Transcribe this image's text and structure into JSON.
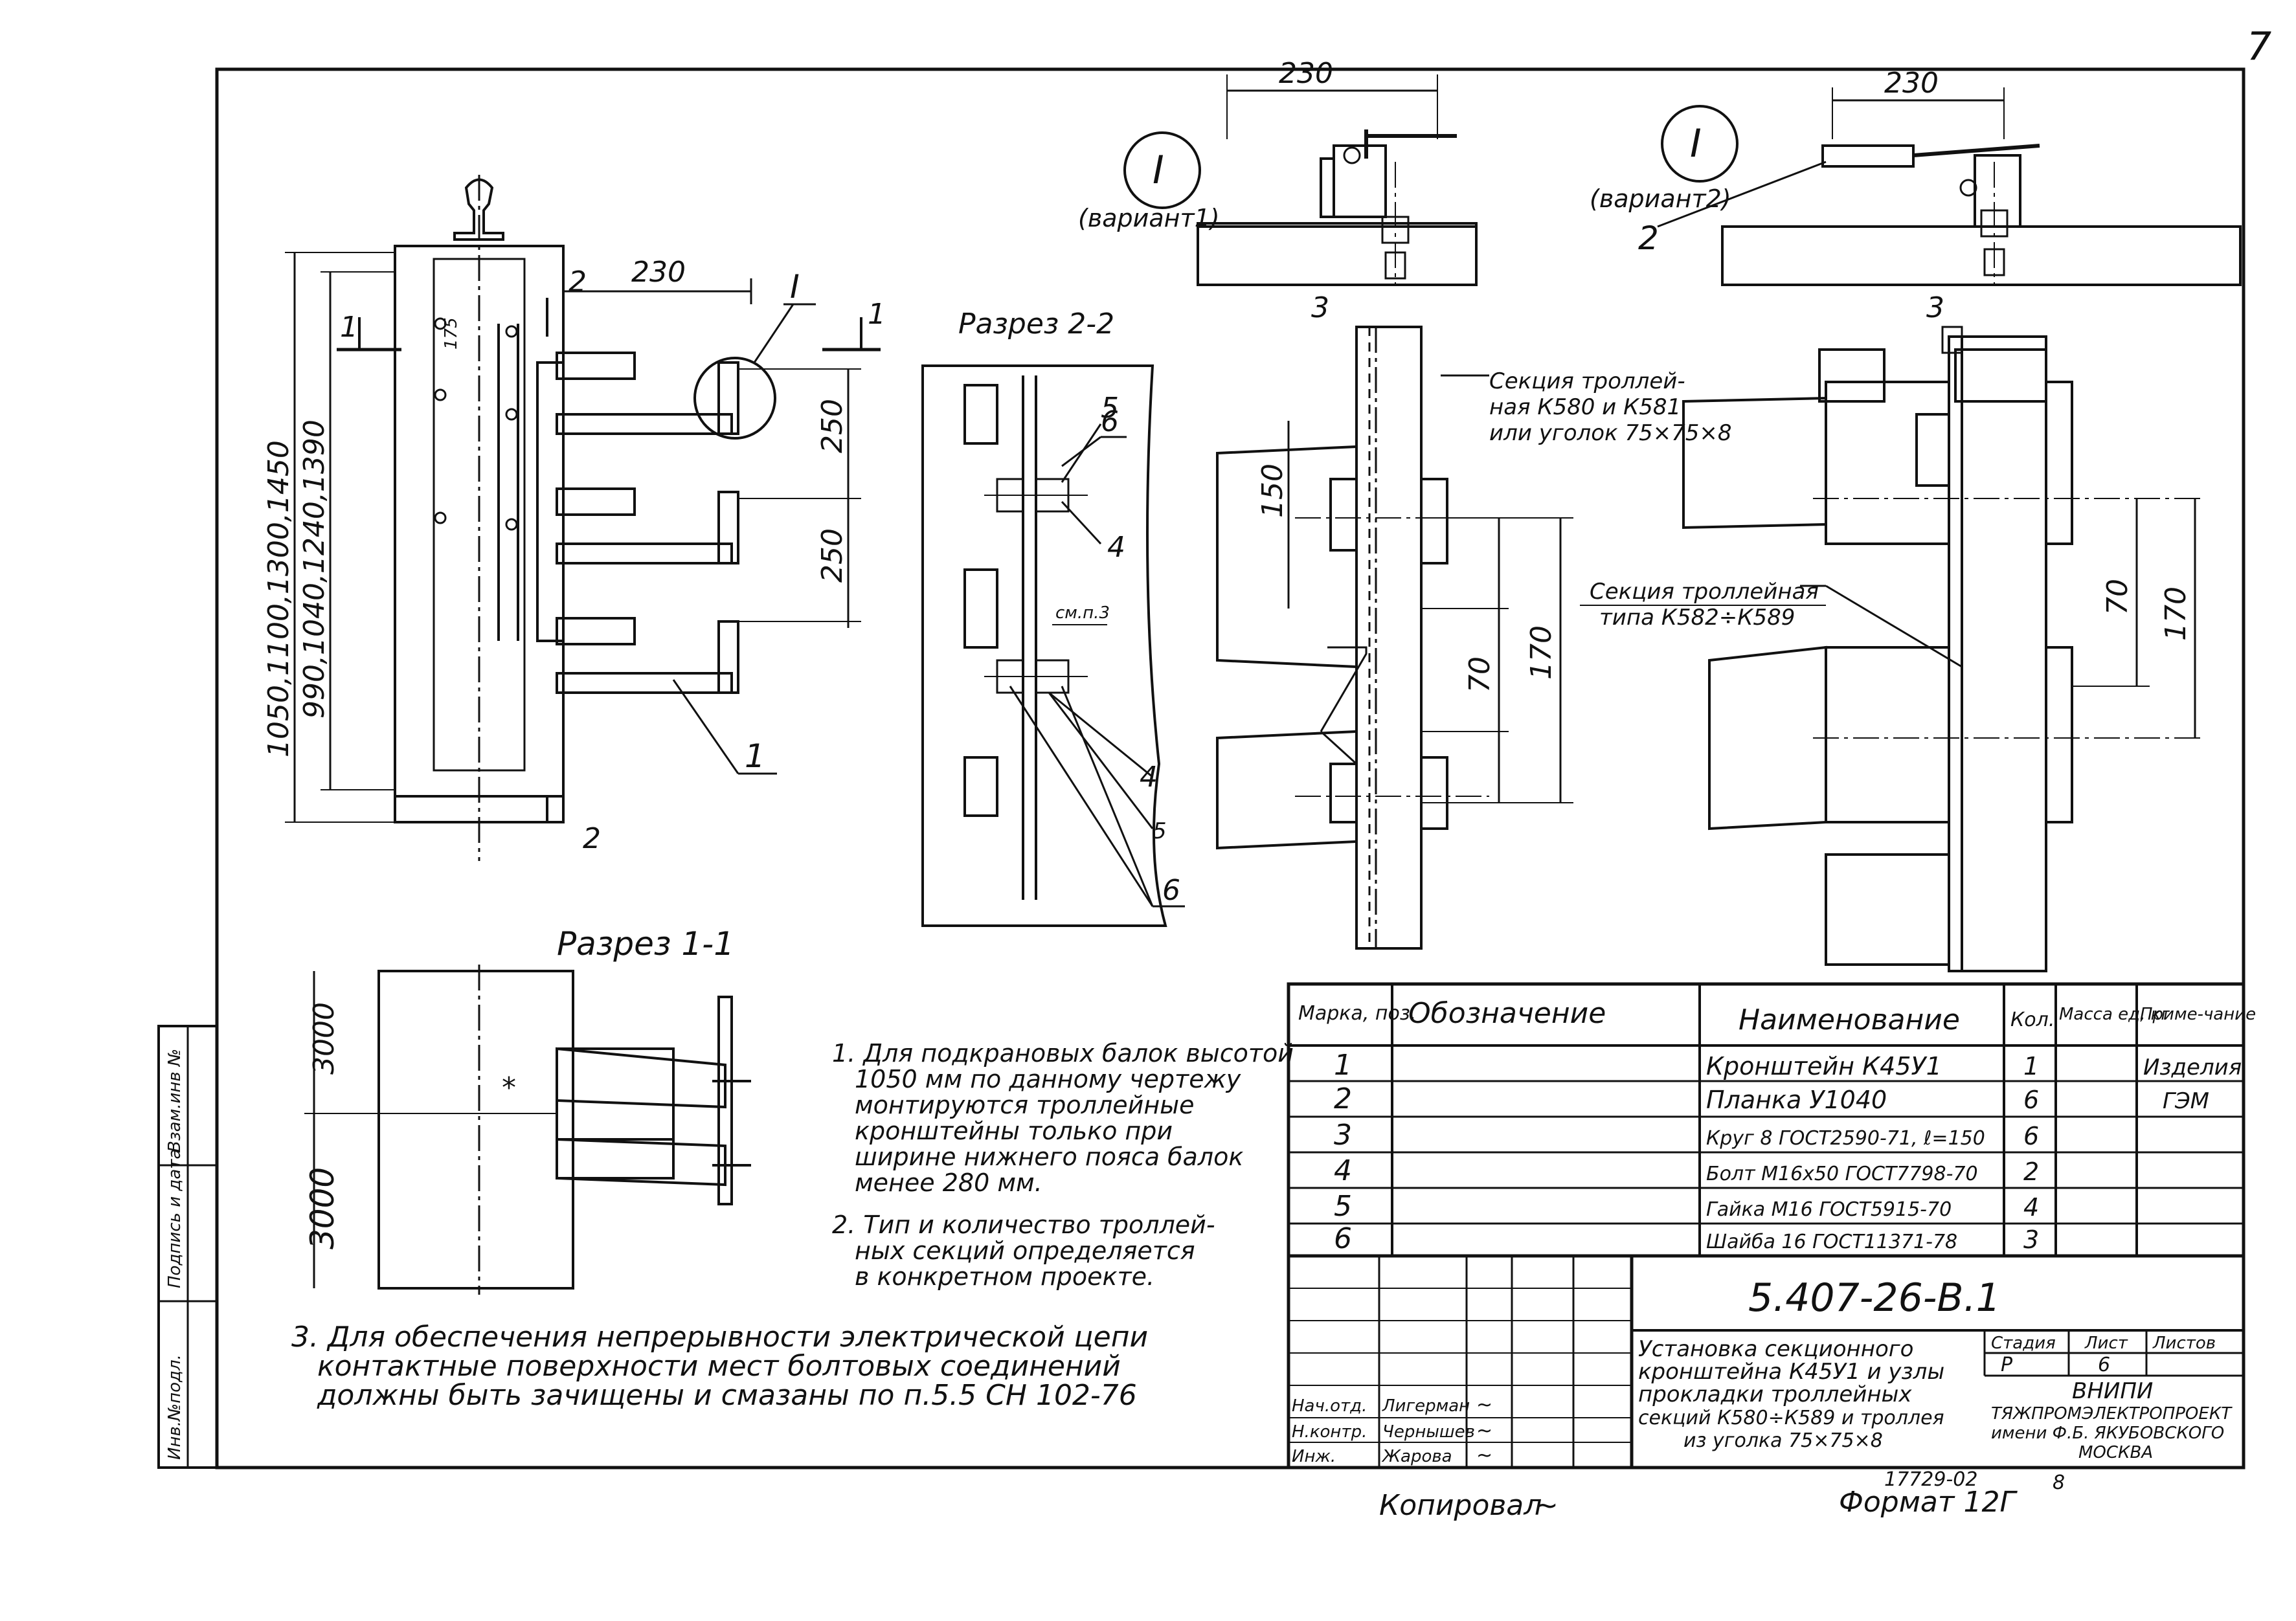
{
  "page_number": "7",
  "side_stamp": [
    "Инв.№подл.",
    "Подпись и дата",
    "Взам.инв №"
  ],
  "drawing_code": "5.407-26-В.1",
  "drawing_title": [
    "Установка секционного",
    "кронштейна К45У1 и узлы",
    "прокладки троллейных",
    "секций К580÷К589 и троллея",
    "из уголка 75×75×8"
  ],
  "titleblock": {
    "stage_h": "Стадия",
    "sheet_h": "Лист",
    "sheets_h": "Листов",
    "stage": "Р",
    "sheet": "6",
    "org": [
      "ВНИПИ",
      "ТЯЖПРОМЭЛЕКТРОПРОЕКТ",
      "имени Ф.Б. ЯКУБОВСКОГО",
      "МОСКВА"
    ],
    "signers": [
      {
        "role": "Нач.отд.",
        "name": "Лигерман",
        "sig": "~"
      },
      {
        "role": "Н.контр.",
        "name": "Чернышев",
        "sig": "~"
      },
      {
        "role": "Инж.",
        "name": "Жарова",
        "sig": "~"
      }
    ]
  },
  "spec_table": {
    "headers": [
      "Марка, поз.",
      "Обозначение",
      "Наименование",
      "Кол.",
      "Масса ед, кг",
      "Приме-чание"
    ],
    "rows": [
      {
        "pos": "1",
        "designation": "",
        "name": "Кронштейн К45У1",
        "qty": "1",
        "mass": "",
        "note": "Изделия"
      },
      {
        "pos": "2",
        "designation": "",
        "name": "Планка У1040",
        "qty": "6",
        "mass": "",
        "note": "ГЭМ"
      },
      {
        "pos": "3",
        "designation": "",
        "name": "Круг 8 ГОСТ2590-71, ℓ=150",
        "qty": "6",
        "mass": "",
        "note": ""
      },
      {
        "pos": "4",
        "designation": "",
        "name": "Болт М16х50 ГОСТ7798-70",
        "qty": "2",
        "mass": "",
        "note": ""
      },
      {
        "pos": "5",
        "designation": "",
        "name": "Гайка М16 ГОСТ5915-70",
        "qty": "4",
        "mass": "",
        "note": ""
      },
      {
        "pos": "6",
        "designation": "",
        "name": "Шайба 16 ГОСТ11371-78",
        "qty": "3",
        "mass": "",
        "note": ""
      }
    ]
  },
  "notes": [
    [
      "1. Для подкрановых балок высотой",
      "1050 мм по данному чертежу",
      "монтируются троллейные",
      "кронштейны только при",
      "ширине нижнего пояса балок",
      "менее 280 мм."
    ],
    [
      "2. Тип и количество троллей-",
      "ных секций определяется",
      "в конкретном проекте."
    ],
    [
      "3. Для обеспечения непрерывности электрической цепи",
      "контактные поверхности мест болтовых соединений",
      "должны быть зачищены и смазаны по п.5.5 СН 102-76"
    ]
  ],
  "views": {
    "section_11": "Разрез 1-1",
    "section_22": "Разрез 2-2",
    "node_mark": "I",
    "variant1": "(вариант1)",
    "variant2": "(вариант2)"
  },
  "labels": {
    "dim_230": "230",
    "dim_250": "250",
    "dim_150": "150",
    "dim_170": "170",
    "dim_70": "70",
    "dim_175": "175",
    "dim_3000": "3000",
    "heights_a": "1050,1100,1300,1450",
    "heights_b": "990,1040,1240,1390",
    "trolley_section_a": [
      "Секция троллей-",
      "ная К580 и К581",
      "или уголок 75×75×8"
    ],
    "trolley_section_b": [
      "Секция троллейная",
      "типа К582÷К589"
    ],
    "see_p3": "см.п.3",
    "cut_1": "1",
    "cut_2": "2",
    "pos_1": "1",
    "pos_2": "2",
    "pos_3": "3",
    "pos_4": "4",
    "pos_5": "5",
    "pos_6": "6",
    "pos_cut": "5"
  },
  "footer": {
    "copied": "Копировал",
    "copied_sig": "~",
    "format": "Формат 12Г",
    "inv": "17729-02",
    "inv2": "8"
  }
}
